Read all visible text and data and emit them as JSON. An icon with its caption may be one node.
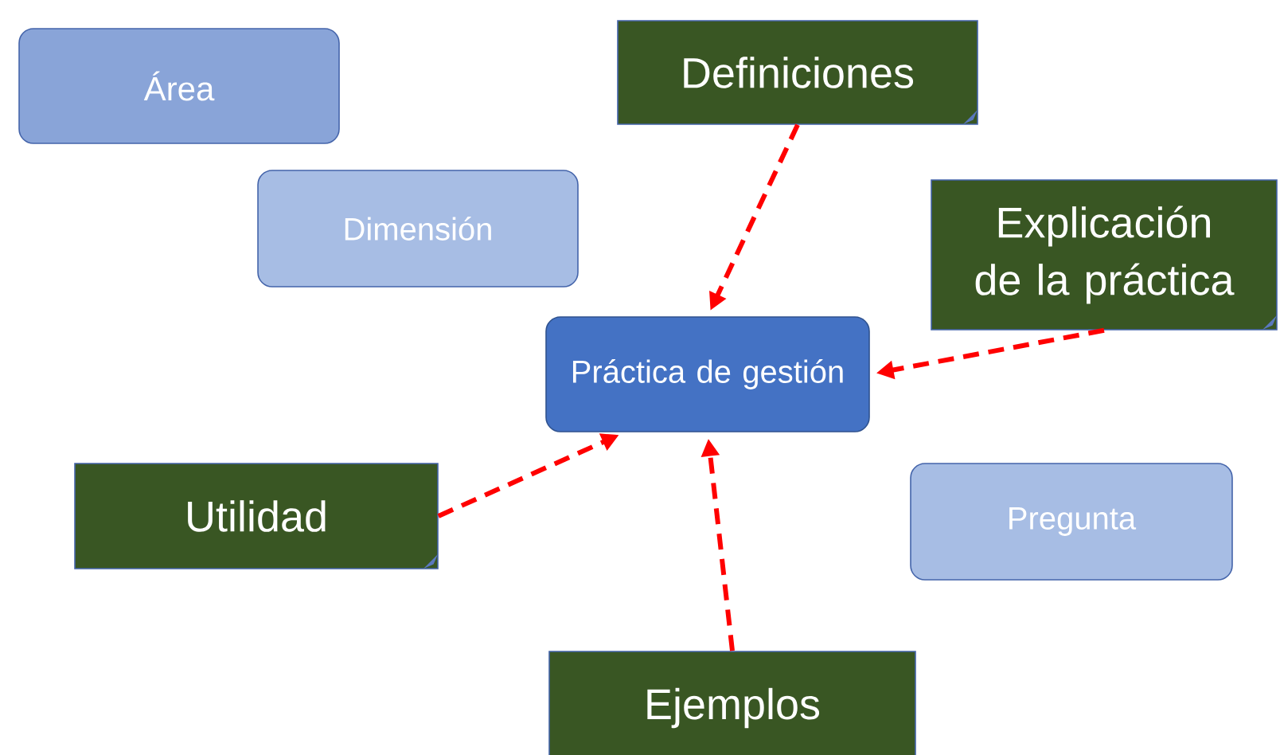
{
  "diagram": {
    "nodes": [
      {
        "text": [
          "Área"
        ]
      },
      {
        "text": [
          "Dimensión"
        ]
      },
      {
        "text": [
          "Definiciones"
        ]
      },
      {
        "text": [
          "Explicación de la práctica"
        ]
      },
      {
        "text": [
          "Práctica de gestión"
        ]
      },
      {
        "text": [
          "Utilidad"
        ]
      },
      {
        "text": [
          "Pregunta"
        ]
      },
      {
        "text": [
          "Ejemplos"
        ]
      }
    ],
    "edges": [
      {
        "from": 2,
        "to": 4,
        "arrow": "to",
        "style": "dashed"
      },
      {
        "from": 3,
        "to": 4,
        "arrow": "to",
        "style": "dashed"
      },
      {
        "from": 5,
        "to": 4,
        "arrow": "to",
        "style": "dashed"
      },
      {
        "from": 7,
        "to": 4,
        "arrow": "to",
        "style": "dashed"
      }
    ]
  }
}
